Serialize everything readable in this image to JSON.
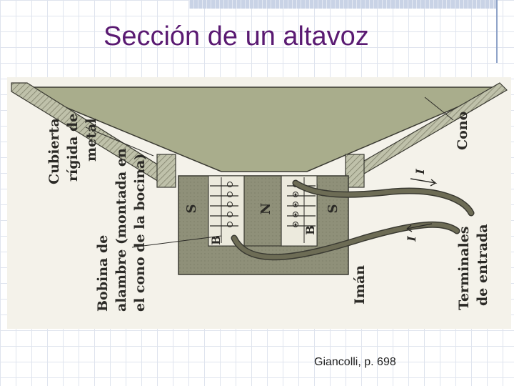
{
  "slide": {
    "title": "Sección de un altavoz",
    "caption": "Giancolli, p. 698"
  },
  "diagram": {
    "labels": {
      "cubierta_line1": "Cubierta",
      "cubierta_line2": "rígida de",
      "cubierta_line3": "metal",
      "bobina_line1": "Bobina de",
      "bobina_line2": "alambre (montada en",
      "bobina_line3": "el cono de la bocina)",
      "iman": "Imán",
      "terminales_line1": "Terminales",
      "terminales_line2": "de entrada",
      "cono": "Cono",
      "pole_s_left": "S",
      "pole_n": "N",
      "pole_s_right": "S",
      "field_b_left": "B",
      "field_b_right": "B",
      "current_upper": "I",
      "current_lower": "I"
    },
    "colors": {
      "cone_fill": "#a9ad8c",
      "magnet_fill": "#8f9079",
      "metal_fill": "#bdbfa8",
      "outline": "#3a3a32",
      "wire": "#6d6c55"
    }
  }
}
